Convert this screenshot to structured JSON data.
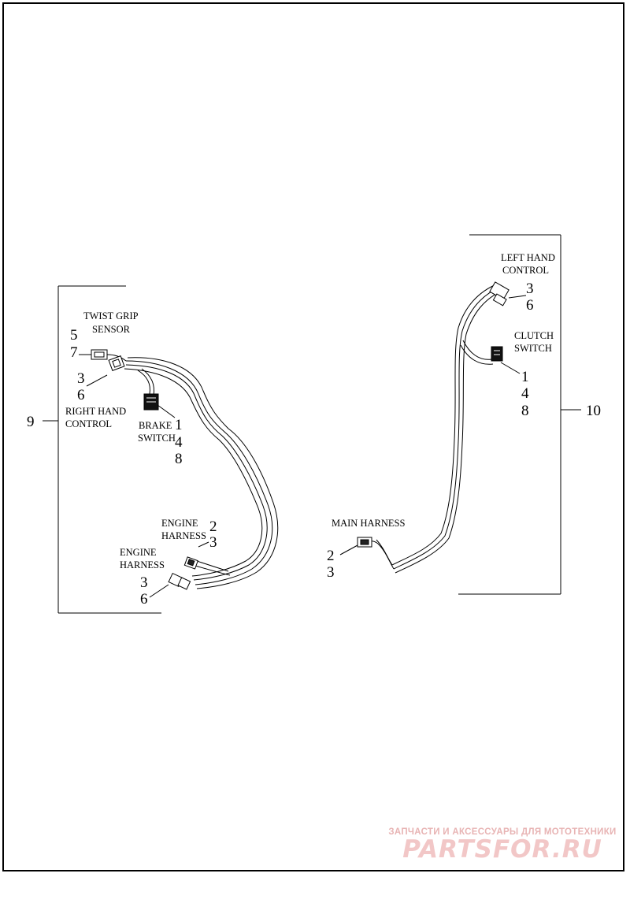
{
  "labels": {
    "twist_grip_1": "TWIST GRIP",
    "twist_grip_2": "SENSOR",
    "right_hand_1": "RIGHT HAND",
    "right_hand_2": "CONTROL",
    "brake_1": "BRAKE",
    "brake_2": "SWITCH",
    "engine_a_1": "ENGINE",
    "engine_a_2": "HARNESS",
    "engine_b_1": "ENGINE",
    "engine_b_2": "HARNESS",
    "main_harness": "MAIN HARNESS",
    "left_hand_1": "LEFT HAND",
    "left_hand_2": "CONTROL",
    "clutch_1": "CLUTCH",
    "clutch_2": "SWITCH"
  },
  "callouts": {
    "twist_grip": [
      "5",
      "7"
    ],
    "right_hand": [
      "3",
      "6"
    ],
    "brake": [
      "1",
      "4",
      "8"
    ],
    "engine_a": [
      "2",
      "3"
    ],
    "engine_b": [
      "3",
      "6"
    ],
    "main_harness": [
      "2",
      "3"
    ],
    "left_hand": [
      "3",
      "6"
    ],
    "clutch": [
      "1",
      "4",
      "8"
    ]
  },
  "items": {
    "left_assembly": "9",
    "right_assembly": "10"
  },
  "watermark": {
    "tagline": "ЗАПЧАСТИ И АКСЕССУАРЫ ДЛЯ МОТОТЕХНИКИ",
    "logo": "PARTSFOR.RU"
  }
}
